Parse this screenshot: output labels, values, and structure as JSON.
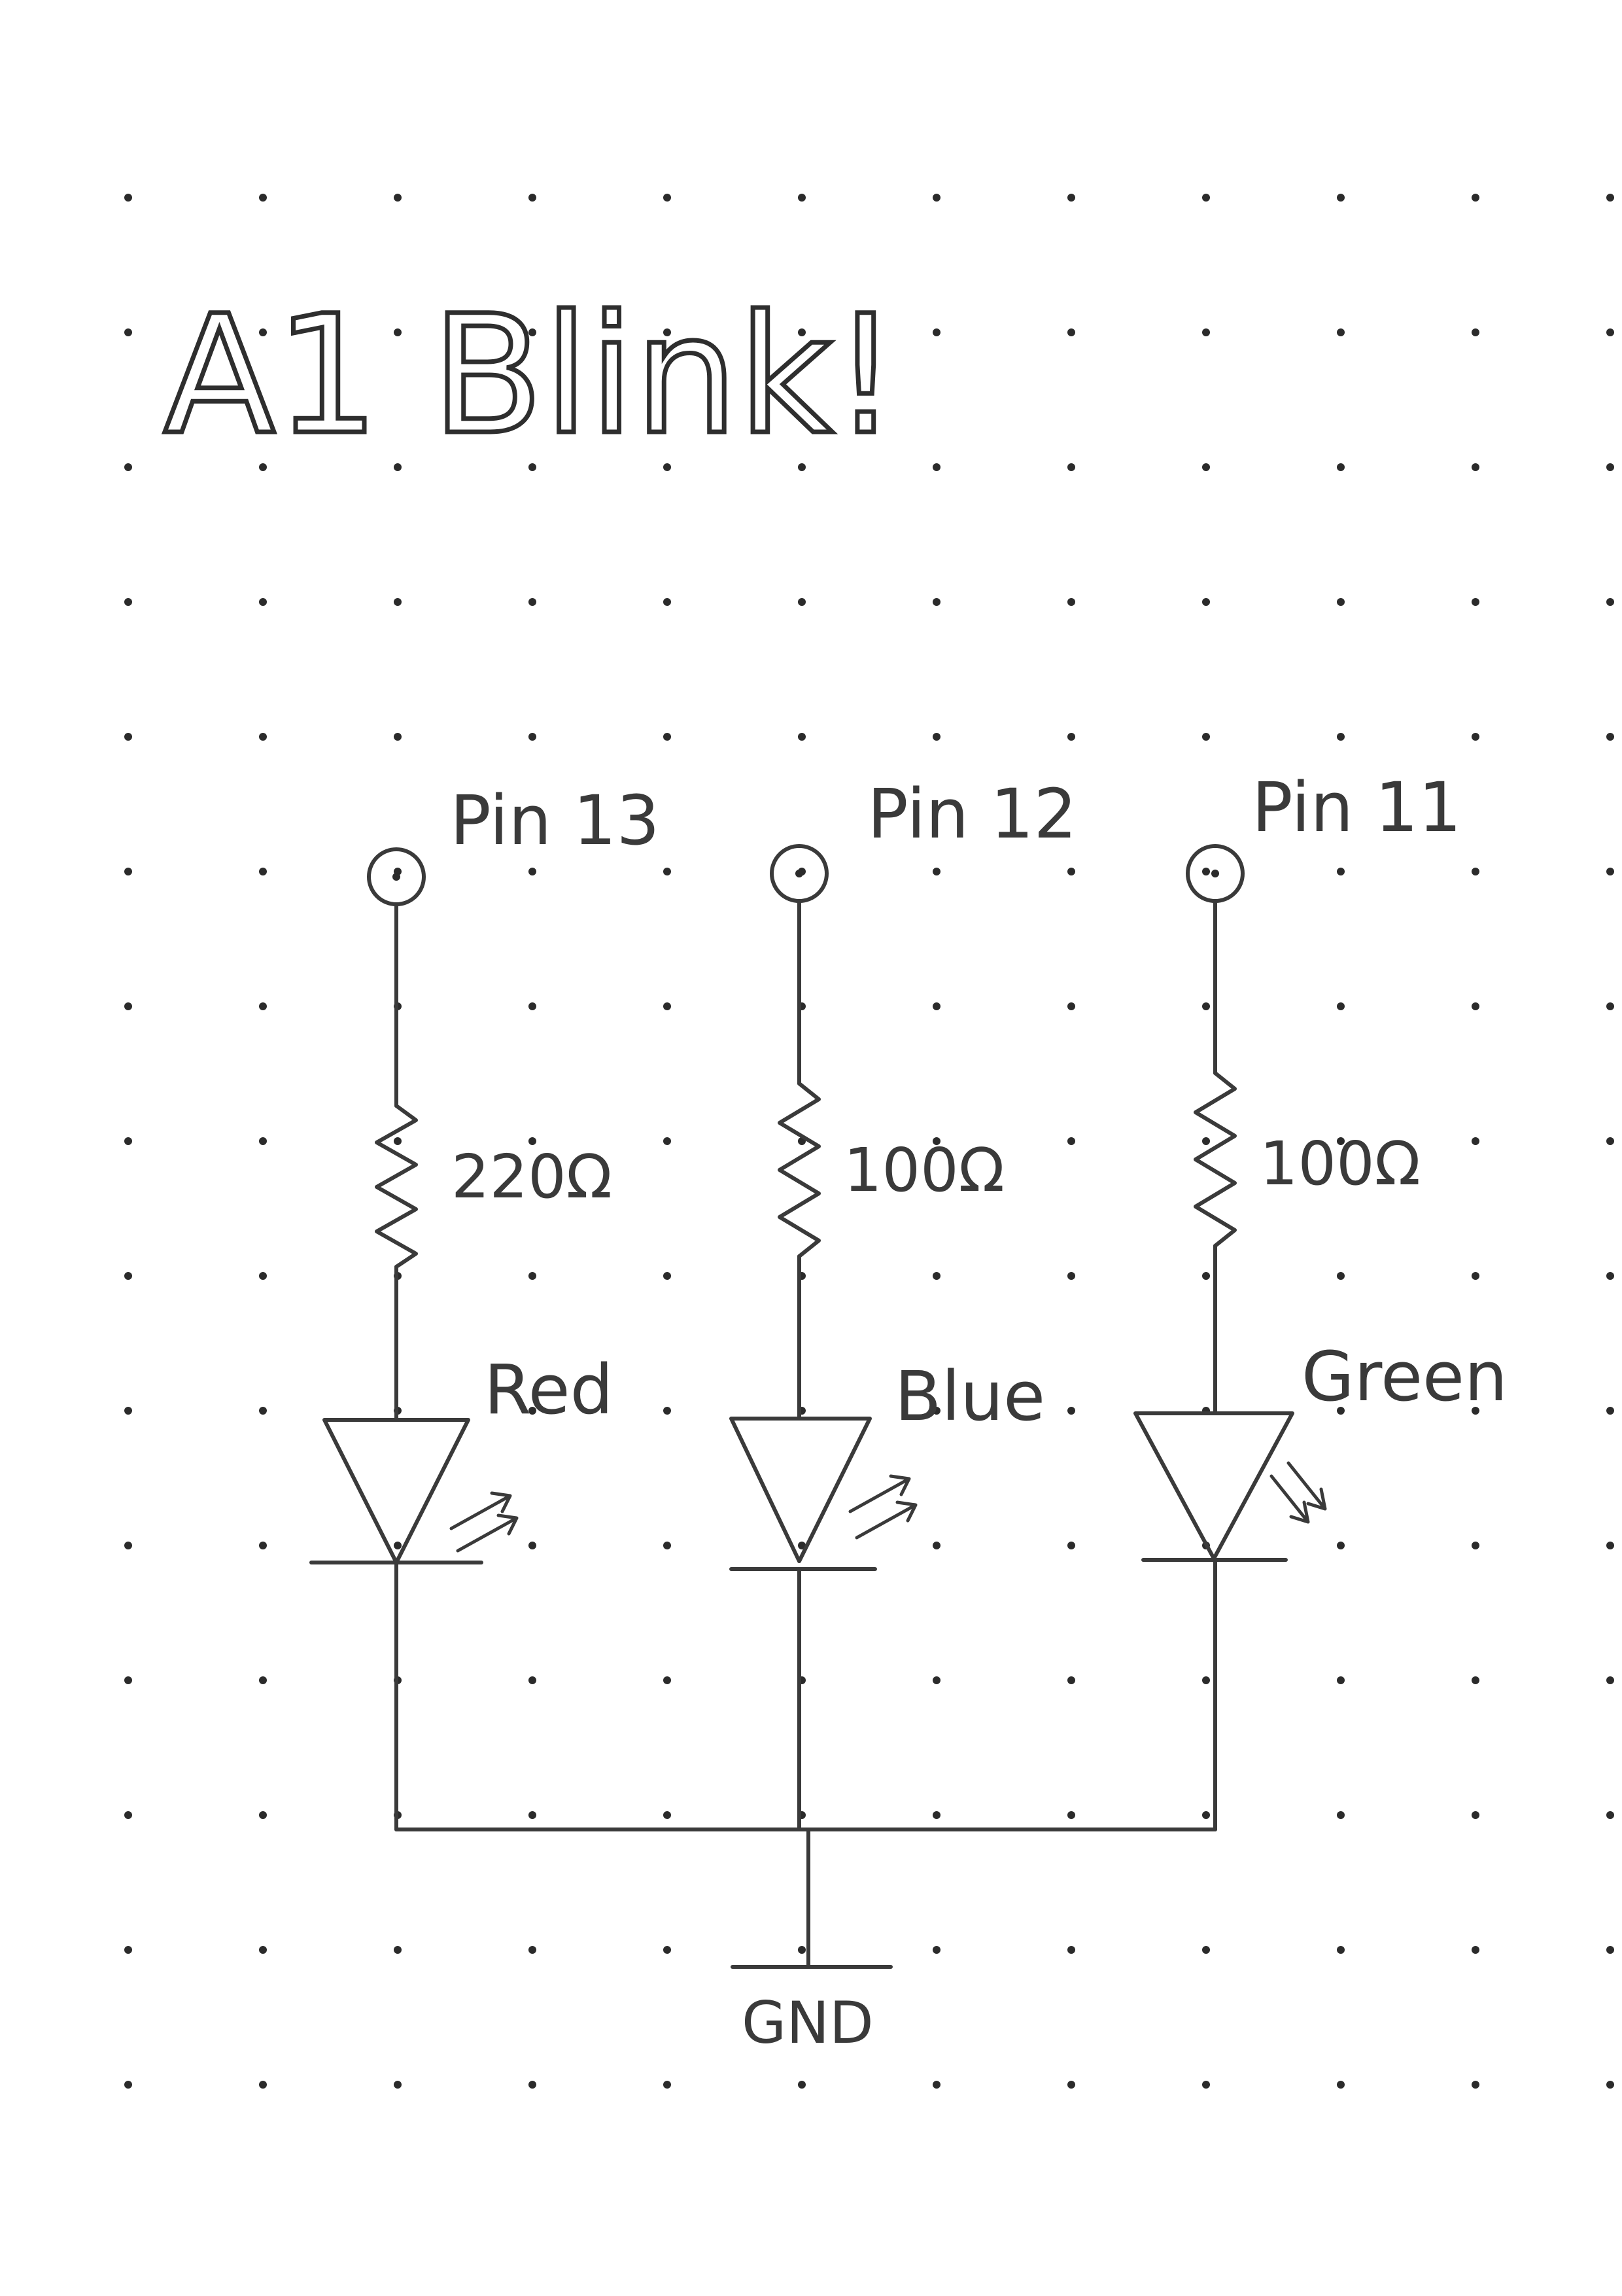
{
  "title": "A1 Blink!",
  "ground_label": "GND",
  "branches": [
    {
      "pin": "Pin 13",
      "resistor": "220Ω",
      "led": "Red"
    },
    {
      "pin": "Pin 12",
      "resistor": "100Ω",
      "led": "Blue"
    },
    {
      "pin": "Pin 11",
      "resistor": "100Ω",
      "led": "Green"
    }
  ],
  "colors": {
    "ink": "#3a3a3a",
    "paper": "#ffffff",
    "grid_dots": "#2b2b2b"
  }
}
